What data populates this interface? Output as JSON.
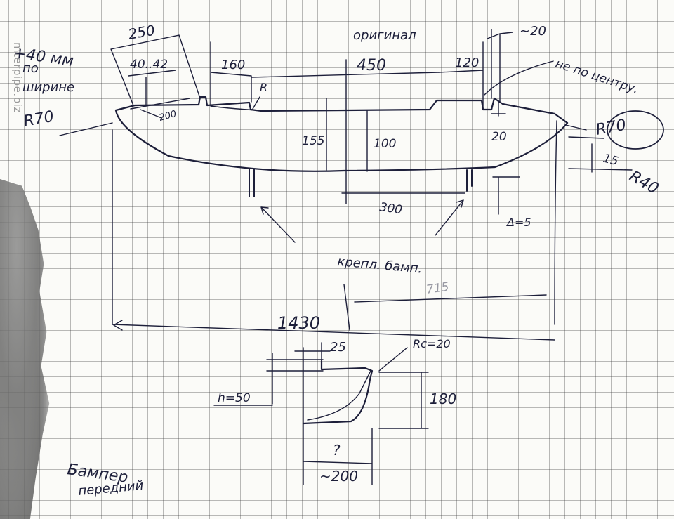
{
  "watermark": "mterpipe.biz",
  "labels": {
    "width_plus": "+40 мм",
    "width_po": "по",
    "width_shirine": "ширине",
    "dim_250": "250",
    "dim_40_42": "40..42",
    "dim_160": "160",
    "dim_450": "450",
    "dim_120": "120",
    "dim_20_top": "~20",
    "original": "оригинал",
    "ne_po_centru": "не по центру.",
    "r_small": "R",
    "dim_200_small": "200",
    "r70_left": "R70",
    "r70_right": "R70",
    "dim_20_right": "20",
    "dim_15": "15",
    "r40": "R40",
    "dim_155": "155",
    "dim_100": "100",
    "dim_300": "300",
    "delta_5": "Δ=5",
    "kreplenie": "крепл. бамп.",
    "dim_715": "715",
    "dim_1430": "1430",
    "dim_25": "25",
    "rc_20": "Rc=20",
    "h_50": "h=50",
    "dim_180": "180",
    "question": "?",
    "dim_200_bottom": "~200",
    "bamper": "Бампер",
    "peredniy": "передний"
  }
}
